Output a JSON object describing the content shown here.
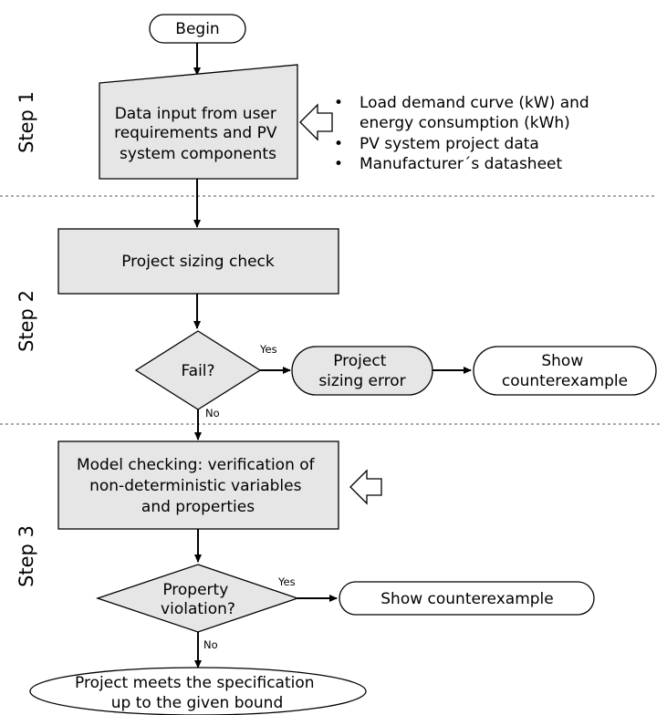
{
  "steps": {
    "step1": "Step 1",
    "step2": "Step 2",
    "step3": "Step 3"
  },
  "nodes": {
    "begin": "Begin",
    "data_input": [
      "Data input from user",
      "requirements and PV",
      "system components"
    ],
    "sizing_check": "Project sizing check",
    "fail": "Fail?",
    "sizing_error": [
      "Project",
      "sizing error"
    ],
    "show_counterexample_1": [
      "Show",
      "counterexample"
    ],
    "model_checking": [
      "Model checking: verification of",
      "non-deterministic variables",
      "and properties"
    ],
    "property_violation": [
      "Property",
      "violation?"
    ],
    "show_counterexample_2": "Show counterexample",
    "meets_spec": [
      "Project meets the specification",
      "up to the given bound"
    ]
  },
  "edge_labels": {
    "fail_yes": "Yes",
    "fail_no": "No",
    "violation_yes": "Yes",
    "violation_no": "No"
  },
  "inputs": {
    "bullet": "•",
    "items": [
      [
        "Load demand curve (kW) and",
        "energy consumption (kWh)"
      ],
      [
        "PV system project data"
      ],
      [
        "Manufacturer´s datasheet"
      ]
    ]
  },
  "colors": {
    "process_fill": "#e6e6e6",
    "terminal_fill": "#ffffff",
    "line": "#000000",
    "divider": "#555555"
  }
}
